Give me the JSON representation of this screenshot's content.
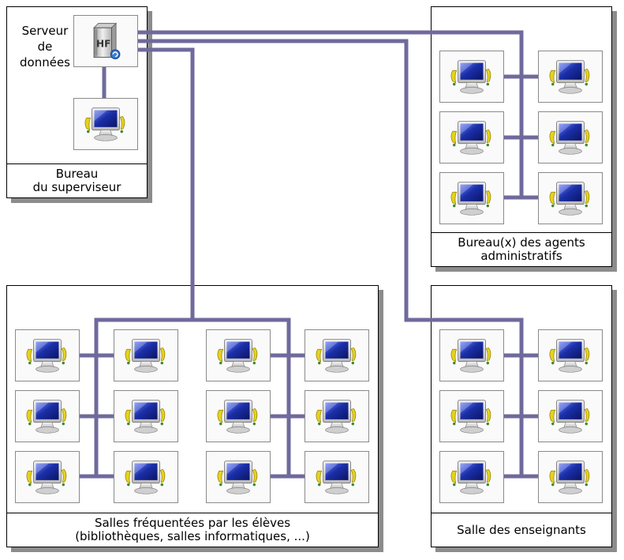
{
  "server": {
    "label_lines": [
      "Serveur",
      "de",
      "données"
    ],
    "icon_text": "HF",
    "icon": "database-server-icon"
  },
  "rooms": {
    "supervisor": {
      "caption_lines": [
        "Bureau",
        "du superviseur"
      ]
    },
    "admin": {
      "caption_lines": [
        "Bureau(x) des agents",
        "administratifs"
      ]
    },
    "students": {
      "caption_lines": [
        "Salles fréquentées par les élèves",
        "(bibliothèques, salles informatiques, ...)"
      ]
    },
    "teachers": {
      "caption_lines": [
        "Salle des enseignants"
      ]
    }
  },
  "workstation_icon": "computer-workstation-icon",
  "colors": {
    "link": "#6f6a9c",
    "screen": "#1b2fa8",
    "monitor": "#d8d8d8",
    "accent": "#e6d21e",
    "shadow": "#8c8c8c"
  }
}
